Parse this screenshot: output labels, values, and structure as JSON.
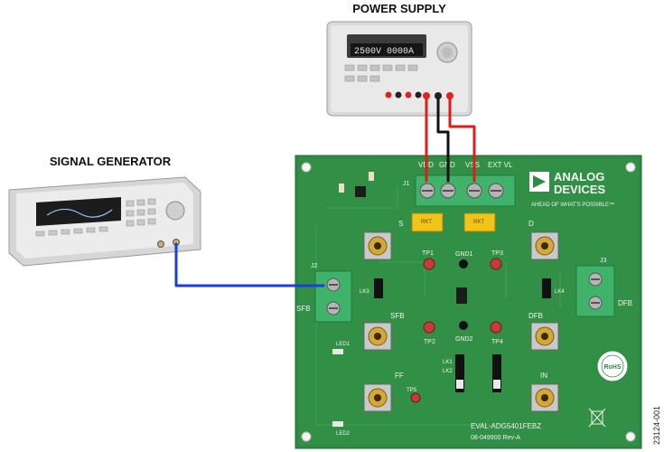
{
  "labels": {
    "power_supply": "POWER SUPPLY",
    "signal_generator": "SIGNAL GENERATOR",
    "figure_id": "23124-001"
  },
  "power_supply": {
    "display": "2500V  0000A"
  },
  "board": {
    "brand_line1": "ANALOG",
    "brand_line2": "DEVICES",
    "tagline": "AHEAD OF WHAT'S POSSIBLE™",
    "terminals": [
      "VDD",
      "GND",
      "VSS",
      "EXT VL"
    ],
    "connector_labels": [
      "S",
      "D",
      "SFB",
      "DFB",
      "FF",
      "IN"
    ],
    "jumpers": [
      "J1",
      "J2",
      "J3"
    ],
    "links": [
      "LK1",
      "LK2",
      "LK3",
      "LK4"
    ],
    "test_points": [
      "TP1",
      "TP2",
      "TP3",
      "TP4",
      "TP5"
    ],
    "gnd_points": [
      "GND1",
      "GND2"
    ],
    "edge_labels": [
      "SFB",
      "DFB"
    ],
    "leds": [
      "LED1",
      "LED2"
    ],
    "part_number": "EVAL-ADG5401FEBZ",
    "revision": "08-049900 Rev-A",
    "compliance_badge": "RoHS",
    "cap_label": "RKT"
  },
  "colors": {
    "pcb": "#2f8a43",
    "wire_power": "#e01b1b",
    "wire_ground": "#111111",
    "wire_signal": "#1a3fd6",
    "terminal_block": "#3fb36a"
  }
}
